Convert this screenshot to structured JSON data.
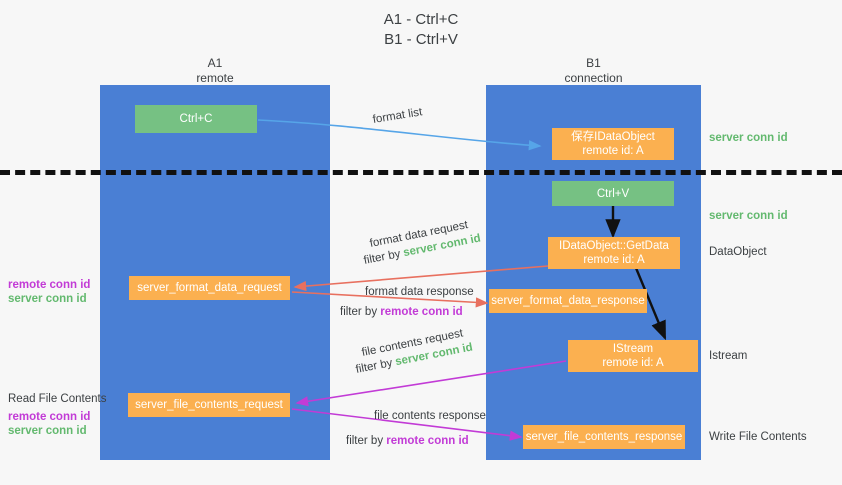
{
  "title": {
    "line1": "A1 - Ctrl+C",
    "line2": "B1 - Ctrl+V"
  },
  "lanes": [
    {
      "id": "a1",
      "name": "A1",
      "sub": "remote"
    },
    {
      "id": "b1",
      "name": "B1",
      "sub": "connection"
    }
  ],
  "nodes": {
    "ctrl_c": {
      "line1": "Ctrl+C",
      "line2": ""
    },
    "save_idataobject": {
      "line1": "保存IDataObject",
      "line2": "remote id: A"
    },
    "ctrl_v": {
      "line1": "Ctrl+V",
      "line2": ""
    },
    "getdata": {
      "line1": "IDataObject::GetData",
      "line2": "remote id: A"
    },
    "server_format_data_request": {
      "line1": "server_format_data_request",
      "line2": ""
    },
    "server_format_data_response": {
      "line1": "server_format_data_response",
      "line2": ""
    },
    "istream": {
      "line1": "IStream",
      "line2": "remote id: A"
    },
    "server_file_contents_request": {
      "line1": "server_file_contents_request",
      "line2": ""
    },
    "server_file_contents_response": {
      "line1": "server_file_contents_response",
      "line2": ""
    }
  },
  "side_labels": {
    "server_conn_id_top": "server conn id",
    "server_conn_id_mid": "server conn id",
    "dataobject": "DataObject",
    "istream": "Istream",
    "write_file_contents": "Write File Contents",
    "read_file_contents": "Read File Contents",
    "remote_conn_id_left1": "remote conn id",
    "server_conn_id_left1": "server conn id",
    "remote_conn_id_left2": "remote conn id",
    "server_conn_id_left2": "server conn id"
  },
  "flow_labels": {
    "format_list": "format list",
    "format_data_request": "format data request",
    "format_data_request_filter_prefix": "filter by ",
    "format_data_request_filter_key": "server conn id",
    "format_data_response": "format data response",
    "format_data_response_filter_prefix": "filter by ",
    "format_data_response_filter_key": "remote conn id",
    "file_contents_request": "file contents request",
    "file_contents_request_filter_prefix": "filter by ",
    "file_contents_request_filter_key": "server conn id",
    "file_contents_response": "file contents response",
    "file_contents_response_filter_prefix": "filter by ",
    "file_contents_response_filter_key": "remote conn id"
  },
  "colors": {
    "lane": "#4a7fd4",
    "green_node": "#76c183",
    "orange_node": "#fbb050",
    "green_text": "#63b96f",
    "magenta_text": "#c23bd6",
    "red_arrow": "#e8705f",
    "blue_arrow": "#56a5e8",
    "dark_arrow": "#111111"
  }
}
